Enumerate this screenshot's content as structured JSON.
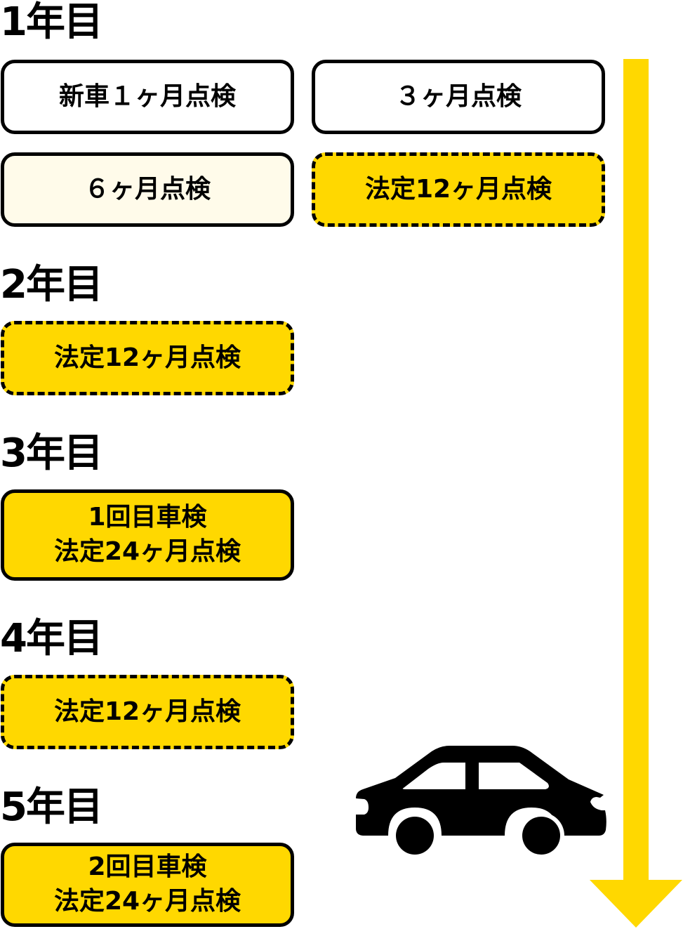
{
  "colors": {
    "accent_yellow": "#ffd800",
    "cream": "#fffbea",
    "border": "#000000"
  },
  "years": [
    {
      "label": "1年目",
      "items": [
        {
          "text": "新車１ヶ月点検",
          "style": "solid-white"
        },
        {
          "text": "３ヶ月点検",
          "style": "solid-white"
        },
        {
          "text": "６ヶ月点検",
          "style": "solid-cream"
        },
        {
          "text": "法定12ヶ月点検",
          "style": "dashed-yellow"
        }
      ]
    },
    {
      "label": "2年目",
      "items": [
        {
          "text": "法定12ヶ月点検",
          "style": "dashed-yellow"
        }
      ]
    },
    {
      "label": "3年目",
      "items": [
        {
          "line1": "1回目車検",
          "line2": "法定24ヶ月点検",
          "style": "solid-yellow"
        }
      ]
    },
    {
      "label": "4年目",
      "items": [
        {
          "text": "法定12ヶ月点検",
          "style": "dashed-yellow"
        }
      ]
    },
    {
      "label": "5年目",
      "items": [
        {
          "line1": "2回目車検",
          "line2": "法定24ヶ月点検",
          "style": "solid-yellow"
        }
      ]
    }
  ],
  "icons": {
    "car": "car-icon",
    "arrow": "arrow-down-icon"
  }
}
